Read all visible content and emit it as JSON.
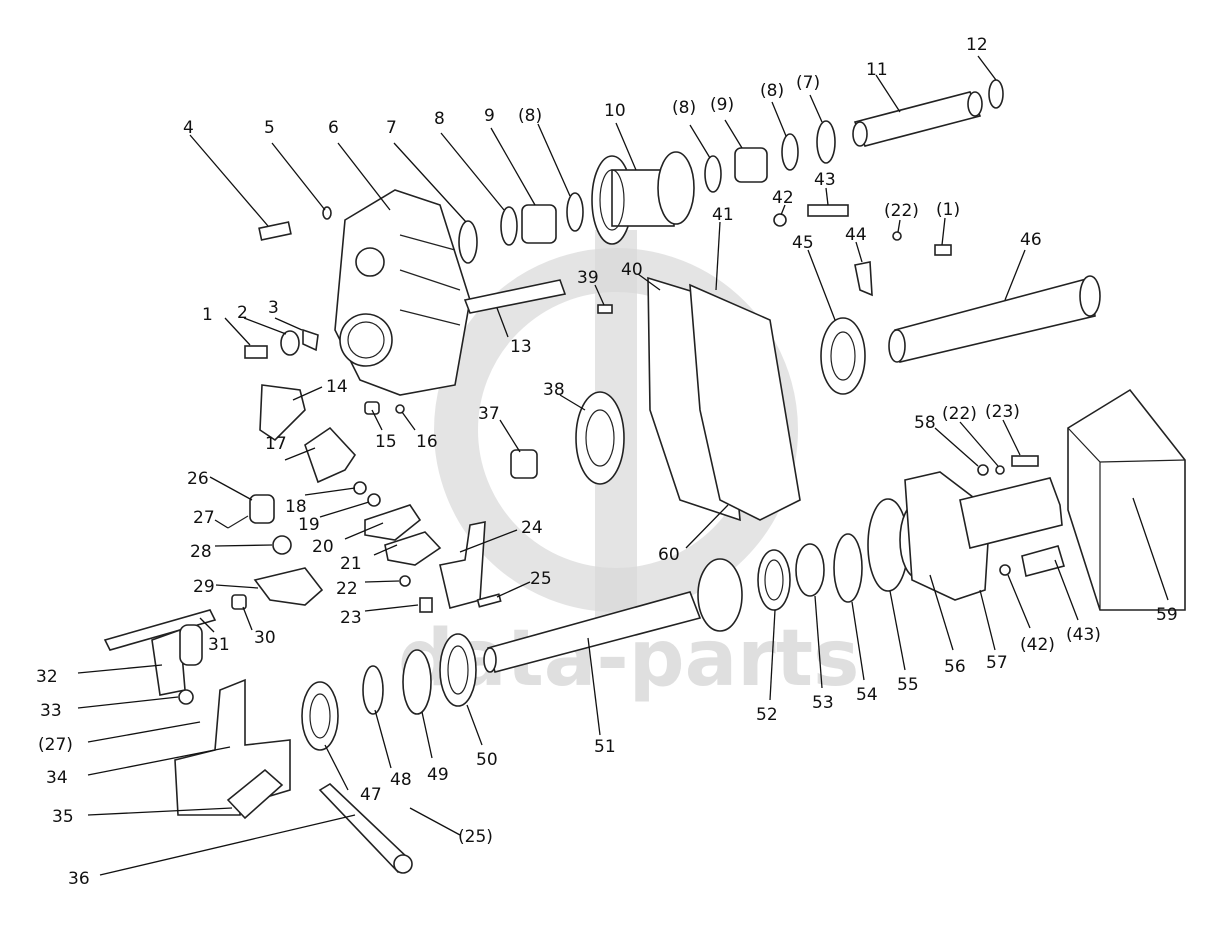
{
  "watermark": {
    "text": "data-parts",
    "color": "#d0d0d0"
  },
  "callouts": [
    {
      "id": "c1",
      "label": "1"
    },
    {
      "id": "c2",
      "label": "2"
    },
    {
      "id": "c3",
      "label": "3"
    },
    {
      "id": "c4",
      "label": "4"
    },
    {
      "id": "c5",
      "label": "5"
    },
    {
      "id": "c6",
      "label": "6"
    },
    {
      "id": "c7",
      "label": "7"
    },
    {
      "id": "c8",
      "label": "8"
    },
    {
      "id": "c9",
      "label": "9"
    },
    {
      "id": "c8b",
      "label": "(8)"
    },
    {
      "id": "c10",
      "label": "10"
    },
    {
      "id": "c8c",
      "label": "(8)"
    },
    {
      "id": "c9b",
      "label": "(9)"
    },
    {
      "id": "c8d",
      "label": "(8)"
    },
    {
      "id": "c7b",
      "label": "(7)"
    },
    {
      "id": "c11",
      "label": "11"
    },
    {
      "id": "c12",
      "label": "12"
    },
    {
      "id": "c13",
      "label": "13"
    },
    {
      "id": "c14",
      "label": "14"
    },
    {
      "id": "c15",
      "label": "15"
    },
    {
      "id": "c16",
      "label": "16"
    },
    {
      "id": "c17",
      "label": "17"
    },
    {
      "id": "c18",
      "label": "18"
    },
    {
      "id": "c19",
      "label": "19"
    },
    {
      "id": "c20",
      "label": "20"
    },
    {
      "id": "c21",
      "label": "21"
    },
    {
      "id": "c22",
      "label": "22"
    },
    {
      "id": "c23",
      "label": "23"
    },
    {
      "id": "c24",
      "label": "24"
    },
    {
      "id": "c25",
      "label": "25"
    },
    {
      "id": "c26",
      "label": "26"
    },
    {
      "id": "c27",
      "label": "27"
    },
    {
      "id": "c28",
      "label": "28"
    },
    {
      "id": "c29",
      "label": "29"
    },
    {
      "id": "c30",
      "label": "30"
    },
    {
      "id": "c31",
      "label": "31"
    },
    {
      "id": "c32",
      "label": "32"
    },
    {
      "id": "c33",
      "label": "33"
    },
    {
      "id": "c27b",
      "label": "(27)"
    },
    {
      "id": "c34",
      "label": "34"
    },
    {
      "id": "c35",
      "label": "35"
    },
    {
      "id": "c36",
      "label": "36"
    },
    {
      "id": "c25b",
      "label": "(25)"
    },
    {
      "id": "c37",
      "label": "37"
    },
    {
      "id": "c38",
      "label": "38"
    },
    {
      "id": "c39",
      "label": "39"
    },
    {
      "id": "c40",
      "label": "40"
    },
    {
      "id": "c41",
      "label": "41"
    },
    {
      "id": "c42",
      "label": "42"
    },
    {
      "id": "c43",
      "label": "43"
    },
    {
      "id": "c44",
      "label": "44"
    },
    {
      "id": "c22b",
      "label": "(22)"
    },
    {
      "id": "c1b",
      "label": "(1)"
    },
    {
      "id": "c45",
      "label": "45"
    },
    {
      "id": "c46",
      "label": "46"
    },
    {
      "id": "c47",
      "label": "47"
    },
    {
      "id": "c48",
      "label": "48"
    },
    {
      "id": "c49",
      "label": "49"
    },
    {
      "id": "c50",
      "label": "50"
    },
    {
      "id": "c51",
      "label": "51"
    },
    {
      "id": "c52",
      "label": "52"
    },
    {
      "id": "c53",
      "label": "53"
    },
    {
      "id": "c54",
      "label": "54"
    },
    {
      "id": "c55",
      "label": "55"
    },
    {
      "id": "c56",
      "label": "56"
    },
    {
      "id": "c57",
      "label": "57"
    },
    {
      "id": "c42b",
      "label": "(42)"
    },
    {
      "id": "c43b",
      "label": "(43)"
    },
    {
      "id": "c58",
      "label": "58"
    },
    {
      "id": "c22c",
      "label": "(22)"
    },
    {
      "id": "c23b",
      "label": "(23)"
    },
    {
      "id": "c59",
      "label": "59"
    },
    {
      "id": "c60",
      "label": "60"
    }
  ]
}
